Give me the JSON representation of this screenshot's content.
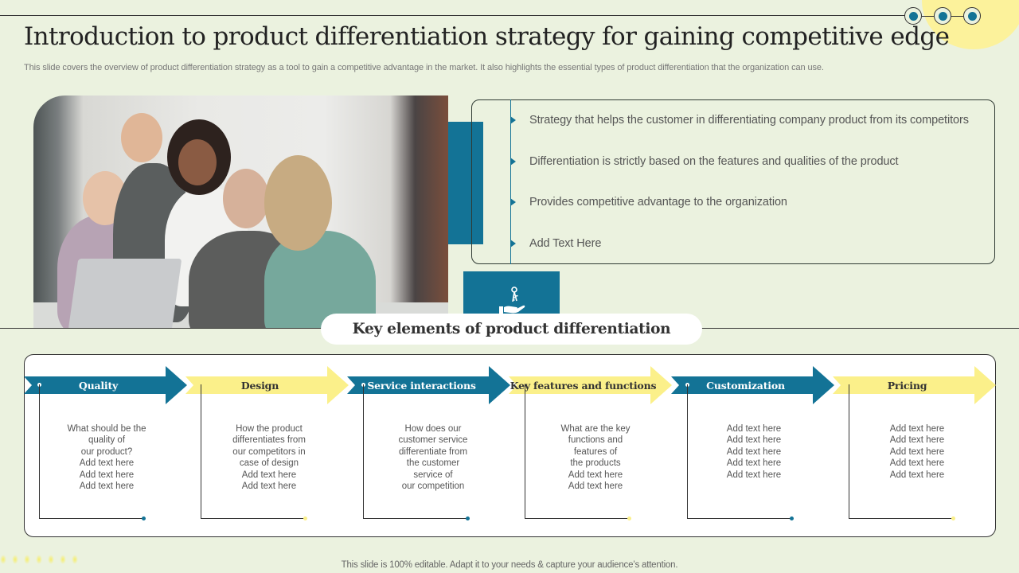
{
  "slide": {
    "title": "Introduction to product differentiation strategy for gaining competitive edge",
    "subtitle": "This slide covers the overview of product differentiation strategy as a tool to gain a competitive advantage in the market. It also highlights the essential types of product differentiation that the organization can use.",
    "photo_alt": "Team of five colleagues smiling and looking at a laptop",
    "icon": "hand-holding-keys-icon",
    "bullets": [
      "Strategy that helps the customer in differentiating  company product from its competitors",
      "Differentiation is strictly based on the features and qualities of the product",
      "Provides competitive advantage to the organization",
      "Add Text Here"
    ],
    "section_title": "Key elements of product differentiation",
    "steps": [
      {
        "label": "Quality",
        "color": "blue",
        "lines": [
          "What should be the",
          "quality of",
          "our product?",
          "Add text here",
          "Add text here",
          "Add text here"
        ]
      },
      {
        "label": "Design",
        "color": "yellow",
        "lines": [
          "How the product",
          "differentiates from",
          "our competitors in",
          "case of design",
          "Add text here",
          "Add text here"
        ]
      },
      {
        "label": "Service interactions",
        "color": "blue",
        "lines": [
          "How does our",
          "customer service",
          "differentiate from",
          "the customer",
          "service of",
          "our competition"
        ]
      },
      {
        "label": "Key features and functions",
        "color": "yellow",
        "lines": [
          "What are the key",
          "functions and",
          "features of",
          "the products",
          "Add text here",
          "Add text here"
        ]
      },
      {
        "label": "Customization",
        "color": "blue",
        "lines": [
          "Add text here",
          "Add text here",
          "Add text here",
          "Add text here",
          "Add text here"
        ]
      },
      {
        "label": "Pricing",
        "color": "yellow",
        "lines": [
          "Add text here",
          "Add text here",
          "Add text here",
          "Add text here",
          "Add text here"
        ]
      }
    ],
    "footer": "This slide is 100% editable. Adapt it to your needs & capture your audience’s attention."
  },
  "colors": {
    "background": "#ebf2df",
    "accent_blue": "#137396",
    "accent_yellow": "#fcf29b",
    "text_dark": "#222222",
    "text_muted": "#777777"
  }
}
